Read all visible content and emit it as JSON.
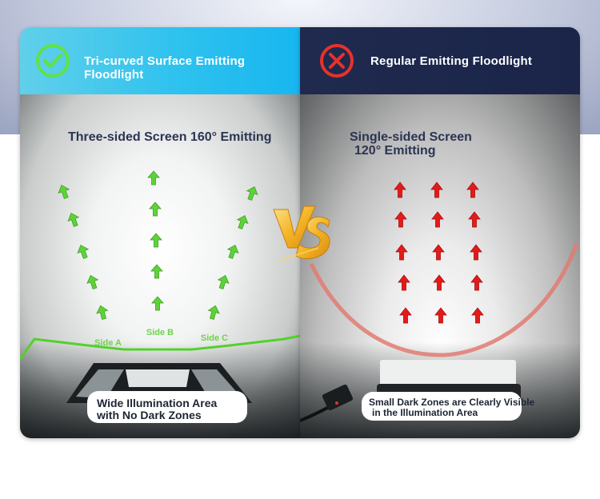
{
  "left_panel": {
    "title": "Tri-curved Surface Emitting Floodlight",
    "status_icon": "check-circle-icon",
    "subtitle": "Three-sided Screen 160° Emitting",
    "sides": [
      "Side A",
      "Side B",
      "Side C"
    ],
    "caption_line1": "Wide Illumination Area",
    "caption_line2": "with No Dark Zones",
    "accent_color": "#5fd23a",
    "header_color": "#2fc2ee"
  },
  "right_panel": {
    "title": "Regular Emitting Floodlight",
    "status_icon": "x-circle-icon",
    "subtitle_line1": "Single-sided Screen",
    "subtitle_line2": "120° Emitting",
    "caption_line1": "Small Dark Zones are Clearly Visible",
    "caption_line2": "in the Illumination Area",
    "accent_color": "#e21b1b",
    "header_color": "#1f2a4e"
  },
  "vs_badge": {
    "icon": "vs-icon",
    "color": "#f3b526"
  }
}
